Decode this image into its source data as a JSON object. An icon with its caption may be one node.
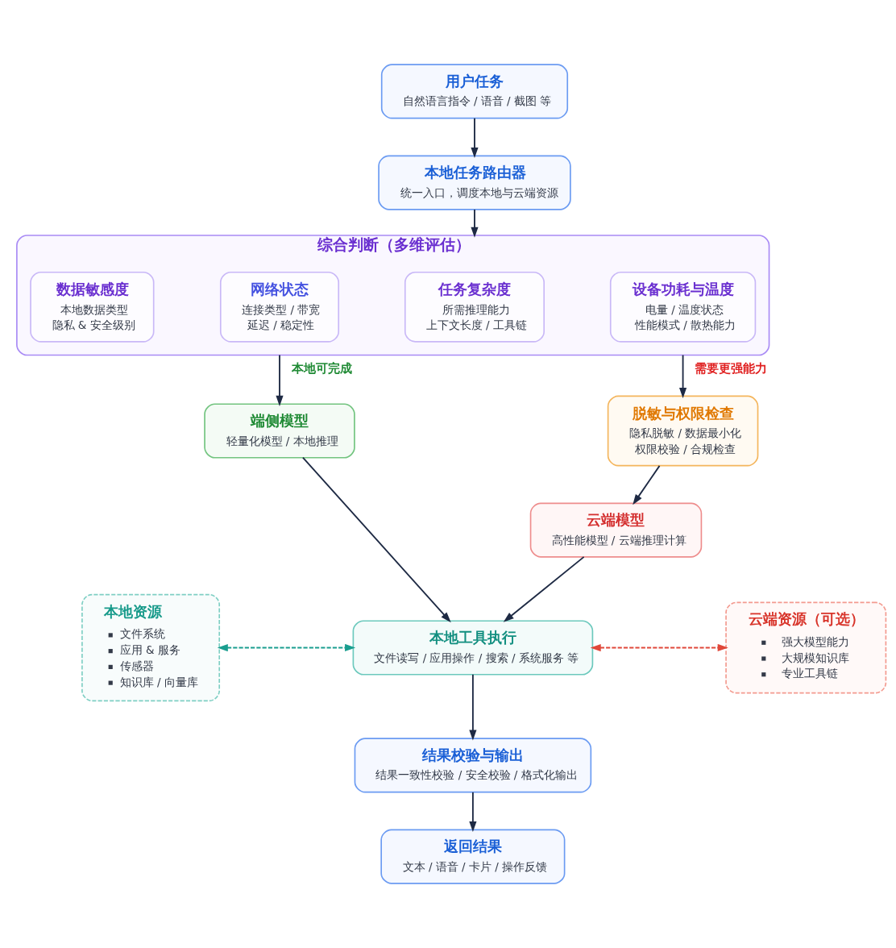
{
  "diagram": {
    "nodes": [
      {
        "text": [
          "用户任务",
          "自然语言指令 / 语音 / 截图 等"
        ]
      },
      {
        "text": [
          "本地任务路由器",
          "统一入口，调度本地与云端资源"
        ]
      },
      {
        "text": [
          "综合判断（多维评估）"
        ]
      },
      {
        "text": [
          "数据敏感度",
          "本地数据类型",
          "隐私 & 安全级别"
        ],
        "in": 2
      },
      {
        "text": [
          "网络状态",
          "连接类型 / 带宽",
          "延迟 / 稳定性"
        ],
        "in": 2
      },
      {
        "text": [
          "任务复杂度",
          "所需推理能力",
          "上下文长度 / 工具链"
        ],
        "in": 2
      },
      {
        "text": [
          "设备功耗与温度",
          "电量 / 温度状态",
          "性能模式 / 散热能力"
        ],
        "in": 2
      },
      {
        "text": [
          "端侧模型",
          "轻量化模型 / 本地推理"
        ]
      },
      {
        "text": [
          "脱敏与权限检查",
          "隐私脱敏 / 数据最小化",
          "权限校验 / 合规检查"
        ]
      },
      {
        "text": [
          "云端模型",
          "高性能模型 / 云端推理计算"
        ]
      },
      {
        "text": [
          "本地资源",
          "文件系统",
          "应用 & 服务",
          "传感器",
          "知识库 / 向量库"
        ]
      },
      {
        "text": [
          "本地工具执行",
          "文件读写 / 应用操作 / 搜索 / 系统服务 等"
        ]
      },
      {
        "text": [
          "云端资源（可选）",
          "强大模型能力",
          "大规模知识库",
          "专业工具链"
        ]
      },
      {
        "text": [
          "结果校验与输出",
          "结果一致性校验 / 安全校验 / 格式化输出"
        ]
      },
      {
        "text": [
          "返回结果",
          "文本 / 语音 / 卡片 / 操作反馈"
        ]
      }
    ],
    "edges": [
      {
        "from": 0,
        "to": 1,
        "arrow": "to"
      },
      {
        "from": 1,
        "to": 2,
        "arrow": "to"
      },
      {
        "from": 2,
        "to": 7,
        "arrow": "to",
        "label": "本地可完成"
      },
      {
        "from": 2,
        "to": 8,
        "arrow": "to",
        "label": "需要更强能力"
      },
      {
        "from": 8,
        "to": 9,
        "arrow": "to"
      },
      {
        "from": 7,
        "to": 11,
        "arrow": "to"
      },
      {
        "from": 9,
        "to": 11,
        "arrow": "to"
      },
      {
        "from": 10,
        "to": 11,
        "arrow": "both",
        "style": "dashed",
        "color": "#1a9e8f"
      },
      {
        "from": 11,
        "to": 12,
        "arrow": "both",
        "style": "dashed",
        "color": "#e0483a"
      },
      {
        "from": 11,
        "to": 13,
        "arrow": "to"
      },
      {
        "from": 13,
        "to": 14,
        "arrow": "to"
      }
    ]
  }
}
